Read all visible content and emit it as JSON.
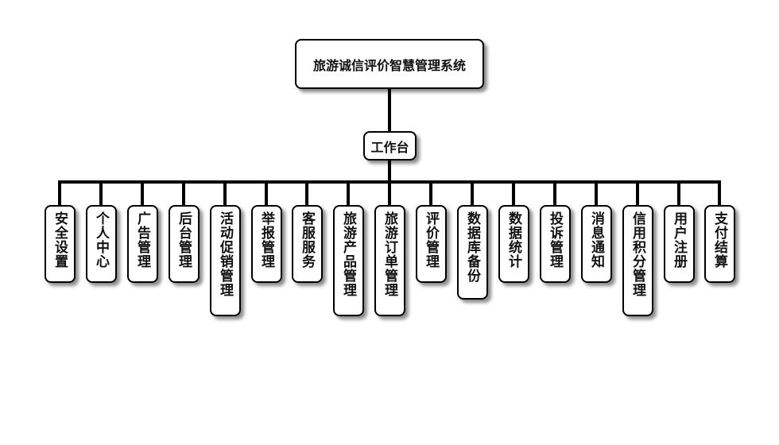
{
  "diagram": {
    "root": "旅游诚信评价智慧管理系统",
    "hub": "工作台",
    "modules": [
      "安全设置",
      "个人中心",
      "广告管理",
      "后台管理",
      "活动促销管理",
      "举报管理",
      "客服服务",
      "旅游产品管理",
      "旅游订单管理",
      "评价管理",
      "数据库备份",
      "数据统计",
      "投诉管理",
      "消息通知",
      "信用积分管理",
      "用户注册",
      "支付结算"
    ]
  }
}
